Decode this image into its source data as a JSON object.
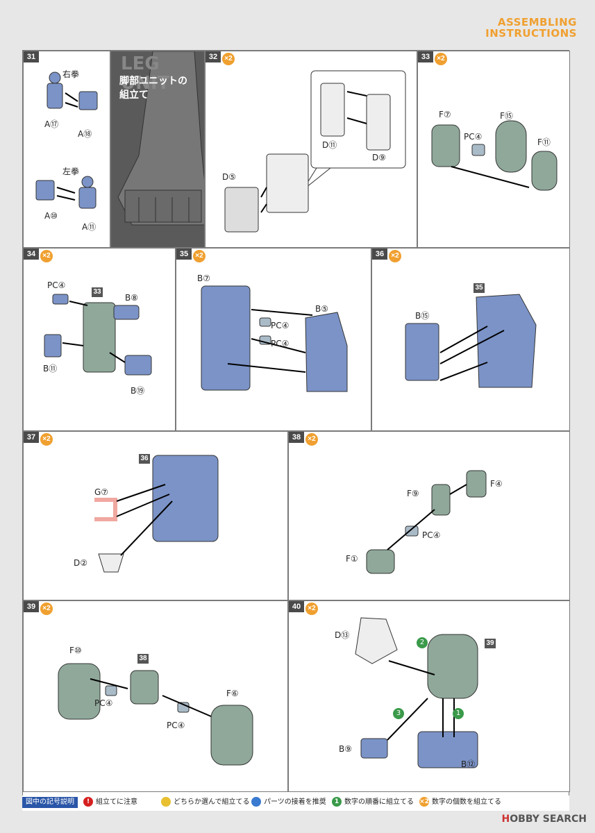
{
  "header": {
    "line1": "ASSEMBLING",
    "line2": "INSTRUCTIONS"
  },
  "steps": {
    "s31": {
      "num": "31",
      "right_fist": "右拳",
      "left_fist": "左拳",
      "p1": "A⑰",
      "p2": "A⑱",
      "p3": "A⑩",
      "p4": "A⑪"
    },
    "leg_unit": {
      "jp_line1": "脚部ユニットの",
      "jp_line2": "組立て",
      "en": "LEG UNIT"
    },
    "s32": {
      "num": "32",
      "mult": "×2",
      "p1": "D⑪",
      "p2": "D⑨",
      "p3": "D⑤"
    },
    "s33": {
      "num": "33",
      "mult": "×2",
      "p1": "F⑦",
      "p2": "F⑮",
      "p3": "PC④",
      "p4": "F⑪"
    },
    "s34": {
      "num": "34",
      "mult": "×2",
      "p1": "PC④",
      "p2": "B⑧",
      "p3": "B⑪",
      "p4": "B⑲",
      "ref": "33"
    },
    "s35": {
      "num": "35",
      "mult": "×2",
      "p1": "B⑦",
      "p2": "B⑤",
      "p3": "PC④",
      "p4": "PC④"
    },
    "s36": {
      "num": "36",
      "mult": "×2",
      "p1": "B⑮",
      "ref": "35"
    },
    "s37": {
      "num": "37",
      "mult": "×2",
      "p1": "G⑦",
      "p2": "D②",
      "ref": "36"
    },
    "s38": {
      "num": "38",
      "mult": "×2",
      "p1": "F⑨",
      "p2": "F④",
      "p3": "PC④",
      "p4": "F①"
    },
    "s39": {
      "num": "39",
      "mult": "×2",
      "p1": "F⑩",
      "p2": "PC④",
      "p3": "PC④",
      "p4": "F⑥",
      "ref": "38"
    },
    "s40": {
      "num": "40",
      "mult": "×2",
      "p1": "D⑬",
      "p2": "B⑨",
      "p3": "B⑫",
      "ref": "39",
      "o1": "1",
      "o2": "2",
      "o3": "3"
    }
  },
  "legend": {
    "title": "図中の記号説明",
    "i1": "組立てに注意",
    "i2": "どちらか選んで組立てる",
    "i3": "パーツの接着を推奨",
    "i4": "数字の順番に組立てる",
    "i5": "数字の個数を組立てる",
    "ico1": "!",
    "ico4": "1",
    "ico5": "×2"
  },
  "watermark": {
    "prefix": "H",
    "brand": "OBBY SEARCH"
  },
  "colors": {
    "blue": "#7b93c7",
    "green": "#8fa89a",
    "pink": "#f0a8a0",
    "orange": "#f0a030",
    "dark": "#4a4a4a"
  }
}
